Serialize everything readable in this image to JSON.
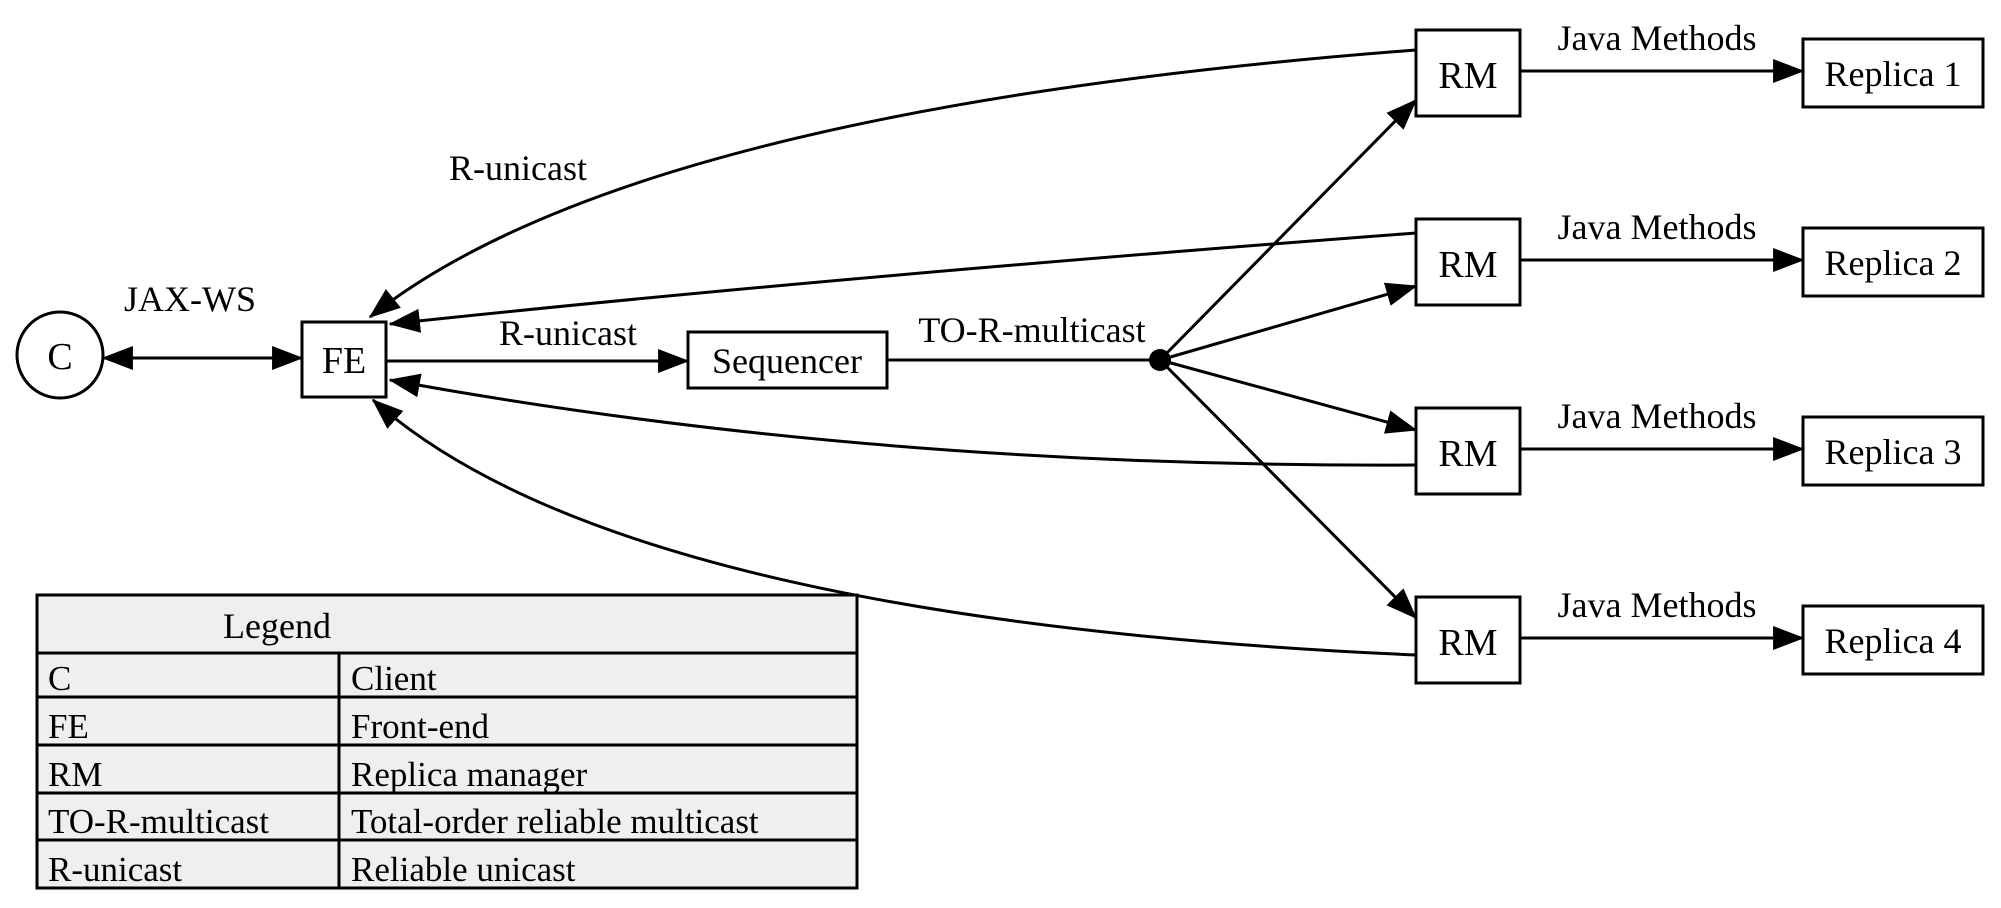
{
  "figure": {
    "background": "#ffffff",
    "line_color": "#000000",
    "legend_fill": "#efefef"
  },
  "nodes": {
    "client": "C",
    "frontend": "FE",
    "sequencer": "Sequencer",
    "rm": "RM",
    "replicas": [
      "Replica 1",
      "Replica 2",
      "Replica 3",
      "Replica 4"
    ]
  },
  "edge_labels": {
    "jax_ws": "JAX-WS",
    "r_unicast_top": "R-unicast",
    "r_unicast_mid": "R-unicast",
    "to_r_multicast": "TO-R-multicast",
    "java_methods": "Java Methods"
  },
  "legend": {
    "title": "Legend",
    "rows": [
      {
        "term": "C",
        "definition": "Client"
      },
      {
        "term": "FE",
        "definition": "Front-end"
      },
      {
        "term": "RM",
        "definition": "Replica manager"
      },
      {
        "term": "TO-R-multicast",
        "definition": "Total-order reliable multicast"
      },
      {
        "term": "R-unicast",
        "definition": "Reliable unicast"
      }
    ]
  }
}
